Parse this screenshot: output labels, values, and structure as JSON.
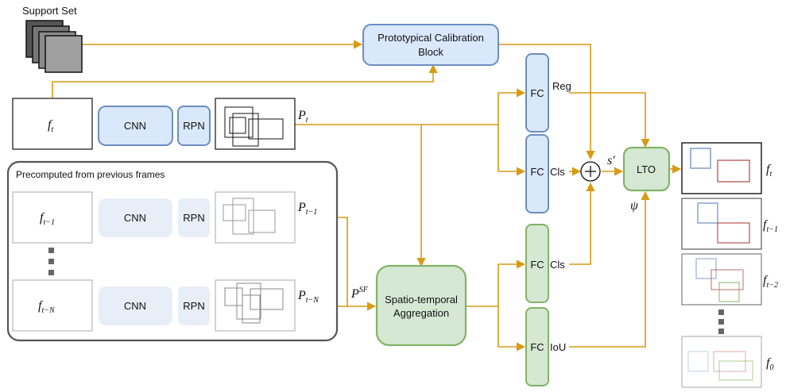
{
  "labels": {
    "support_set": "Support Set",
    "pcb_line1": "Prototypical Calibration",
    "pcb_line2": "Block",
    "precomputed": "Precomputed from previous frames",
    "cnn": "CNN",
    "rpn": "RPN",
    "fc": "FC",
    "reg": "Reg",
    "cls": "Cls",
    "iou": "IoU",
    "lto": "LTO",
    "sta_line1": "Spatio-temporal",
    "sta_line2": "Aggregation",
    "oplus": "+"
  },
  "math": {
    "f": "f",
    "t": "t",
    "t_minus_1": "t−1",
    "t_minus_2": "t−2",
    "t_minus_N": "t−N",
    "zero": "0",
    "P": "P",
    "SF": "SF",
    "s_prime": "s′",
    "psi": "ψ"
  },
  "colors": {
    "arrow": "#d99a14",
    "blue_fill": "#dae8fc",
    "blue_stroke": "#6c8ebf",
    "green_fill": "#d5e8d4",
    "green_stroke": "#82b366",
    "faded_fill": "#e8eef8",
    "box_red": "#b85450",
    "box_blue": "#6c8ebf",
    "box_green": "#82b366"
  }
}
